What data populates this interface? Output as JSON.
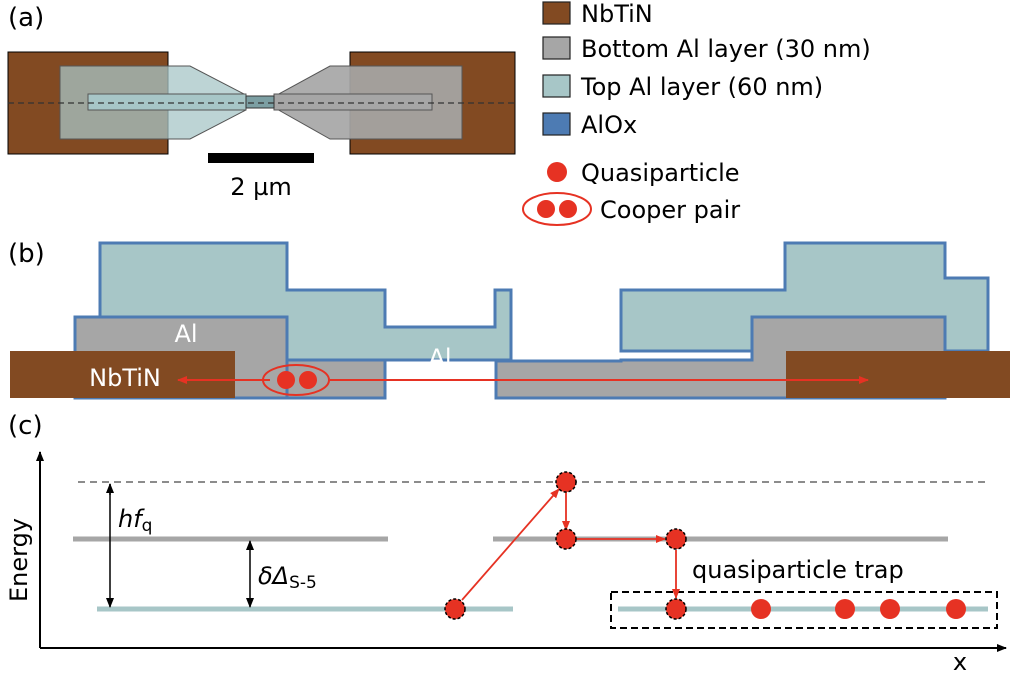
{
  "panels": {
    "a": "(a)",
    "b": "(b)",
    "c": "(c)"
  },
  "scale_bar": {
    "label": "2 µm"
  },
  "legend": {
    "items": [
      {
        "label": "NbTiN",
        "color": "#824a22"
      },
      {
        "label": "Bottom Al layer (30 nm)",
        "color": "#a6a6a6"
      },
      {
        "label": "Top Al layer (60 nm)",
        "color": "#a7c6c7"
      },
      {
        "label": "AlOx",
        "color": "#4d7bb3"
      }
    ],
    "quasiparticle": "Quasiparticle",
    "cooper_pair": "Cooper pair"
  },
  "cross_section": {
    "al_left": "Al",
    "al_center": "Al",
    "nbtin": "NbTiN"
  },
  "energy_diagram": {
    "ylabel": "Energy",
    "xlabel": "x",
    "hf_symbol": "hf",
    "hf_subscript": "q",
    "delta_symbol": "δΔ",
    "delta_subscript": "S-5",
    "trap_label": "quasiparticle trap"
  },
  "colors": {
    "nbtin": "#824a22",
    "bottom_al": "#a6a6a6",
    "top_al": "#a7c6c7",
    "alox": "#4d7bb3",
    "quasiparticle": "#e63223"
  }
}
